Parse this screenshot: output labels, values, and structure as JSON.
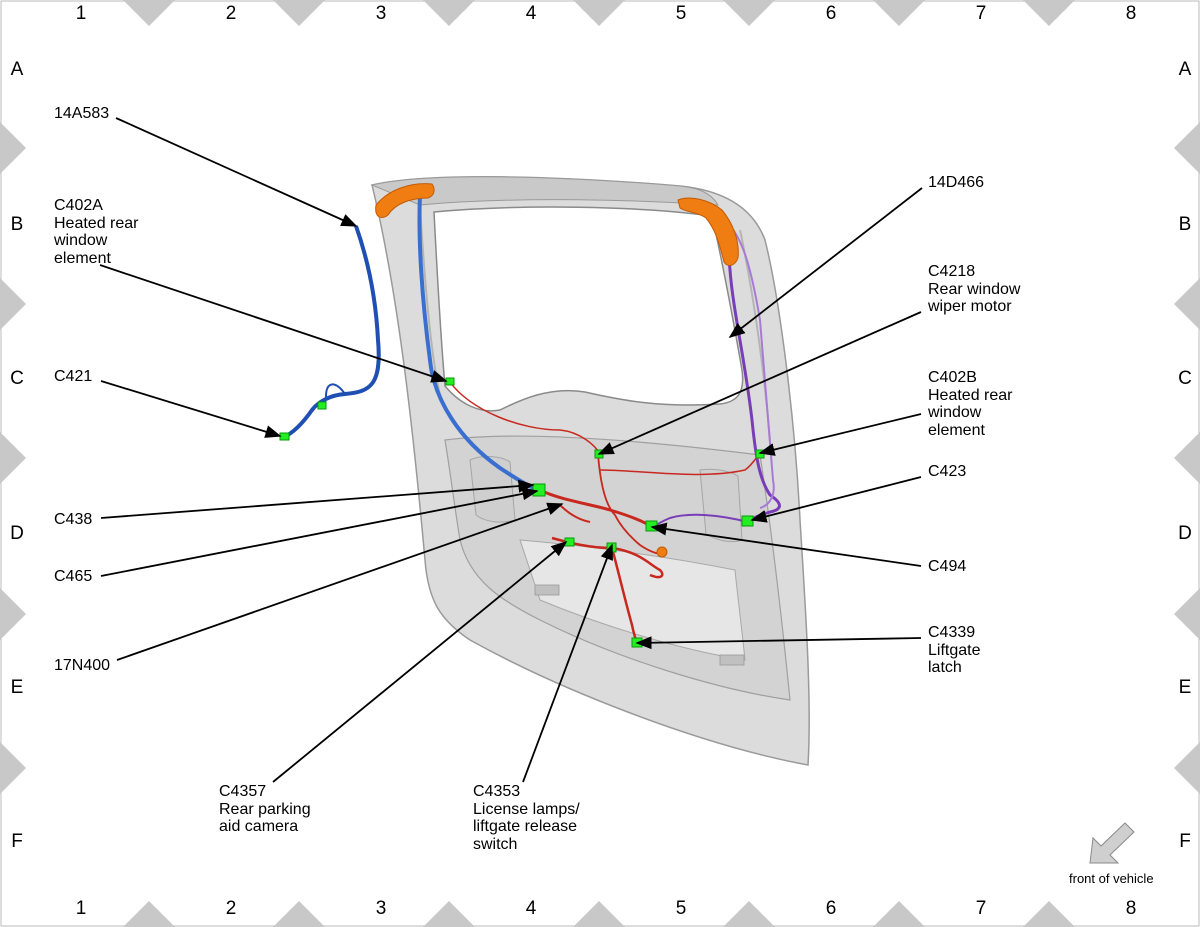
{
  "grid": {
    "columns": [
      "1",
      "2",
      "3",
      "4",
      "5",
      "6",
      "7",
      "8"
    ],
    "rows": [
      "A",
      "B",
      "C",
      "D",
      "E",
      "F"
    ]
  },
  "labels": {
    "c14a583": "14A583",
    "c402a": "C402A\nHeated rear\nwindow\nelement",
    "c421": "C421",
    "c438": "C438",
    "c465": "C465",
    "c17n400": "17N400",
    "c4357": "C4357\nRear parking\naid camera",
    "c4353": "C4353\nLicense lamps/\nliftgate release\nswitch",
    "c14d466": "14D466",
    "c4218": "C4218\nRear window\nwiper motor",
    "c402b": "C402B\nHeated rear\nwindow\nelement",
    "c423": "C423",
    "c494": "C494",
    "c4339": "C4339\nLiftgate\nlatch"
  },
  "orientation": {
    "caption": "front of vehicle",
    "icon": "arrow-down-left-icon"
  },
  "colors": {
    "harness_blue": "#1f4fb3",
    "harness_purple": "#7a3db8",
    "harness_red": "#c8281e",
    "conduit_orange": "#f07d12",
    "connector_green": "#22ee22",
    "panel_gray": "#dadada"
  }
}
